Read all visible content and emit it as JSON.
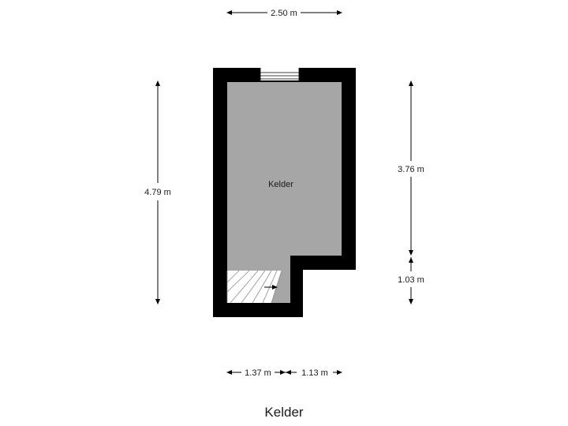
{
  "floor": {
    "title": "Kelder"
  },
  "rooms": [
    {
      "name": "Kelder"
    }
  ],
  "dimensions": {
    "top_width": "2.50 m",
    "left_height": "4.79 m",
    "right_upper": "3.76 m",
    "right_lower": "1.03 m",
    "bottom_left": "1.37 m",
    "bottom_right": "1.13 m"
  },
  "colors": {
    "wall": "#000000",
    "floor": "#a6a6a6",
    "dimension_line": "#000000"
  }
}
